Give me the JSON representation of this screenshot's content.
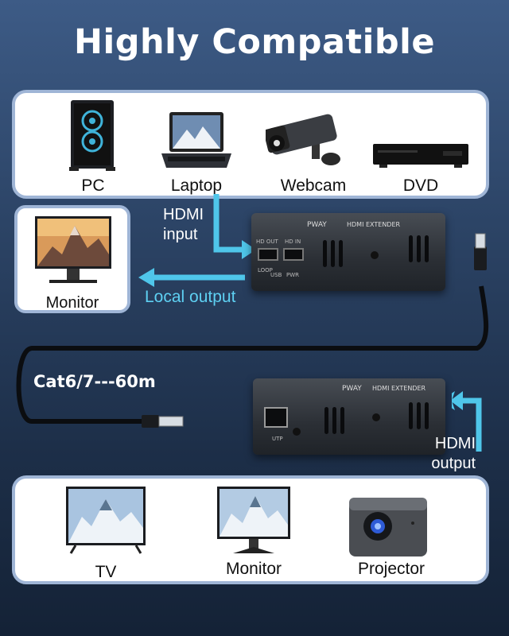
{
  "header": {
    "title": "Highly Compatible"
  },
  "sources": [
    {
      "label": "PC",
      "icon": "pc-tower-icon"
    },
    {
      "label": "Laptop",
      "icon": "laptop-icon"
    },
    {
      "label": "Webcam",
      "icon": "webcam-icon"
    },
    {
      "label": "DVD",
      "icon": "dvd-player-icon"
    }
  ],
  "local_monitor": {
    "label": "Monitor",
    "icon": "monitor-icon"
  },
  "arrows": {
    "hdmi_input": "HDMI\ninput",
    "local_output": "Local output",
    "hdmi_output": "HDMI\noutput"
  },
  "cable": {
    "label": "Cat6/7---60m"
  },
  "transmitter": {
    "brand": "PWAY",
    "model_text": "HDMI EXTENDER",
    "port_labels": [
      "HD OUT",
      "HD IN",
      "LOOP",
      "USB",
      "PWR"
    ]
  },
  "receiver": {
    "brand": "PWAY",
    "model_text": "HDMI EXTENDER",
    "port_labels": [
      "UTP"
    ]
  },
  "displays": [
    {
      "label": "TV",
      "icon": "tv-icon"
    },
    {
      "label": "Monitor",
      "icon": "monitor-icon"
    },
    {
      "label": "Projector",
      "icon": "projector-icon"
    }
  ],
  "colors": {
    "accent_arrow": "#4fc6ea",
    "panel_border": "#9fb5d6",
    "background_top": "#3d5b86",
    "background_bottom": "#142236"
  }
}
